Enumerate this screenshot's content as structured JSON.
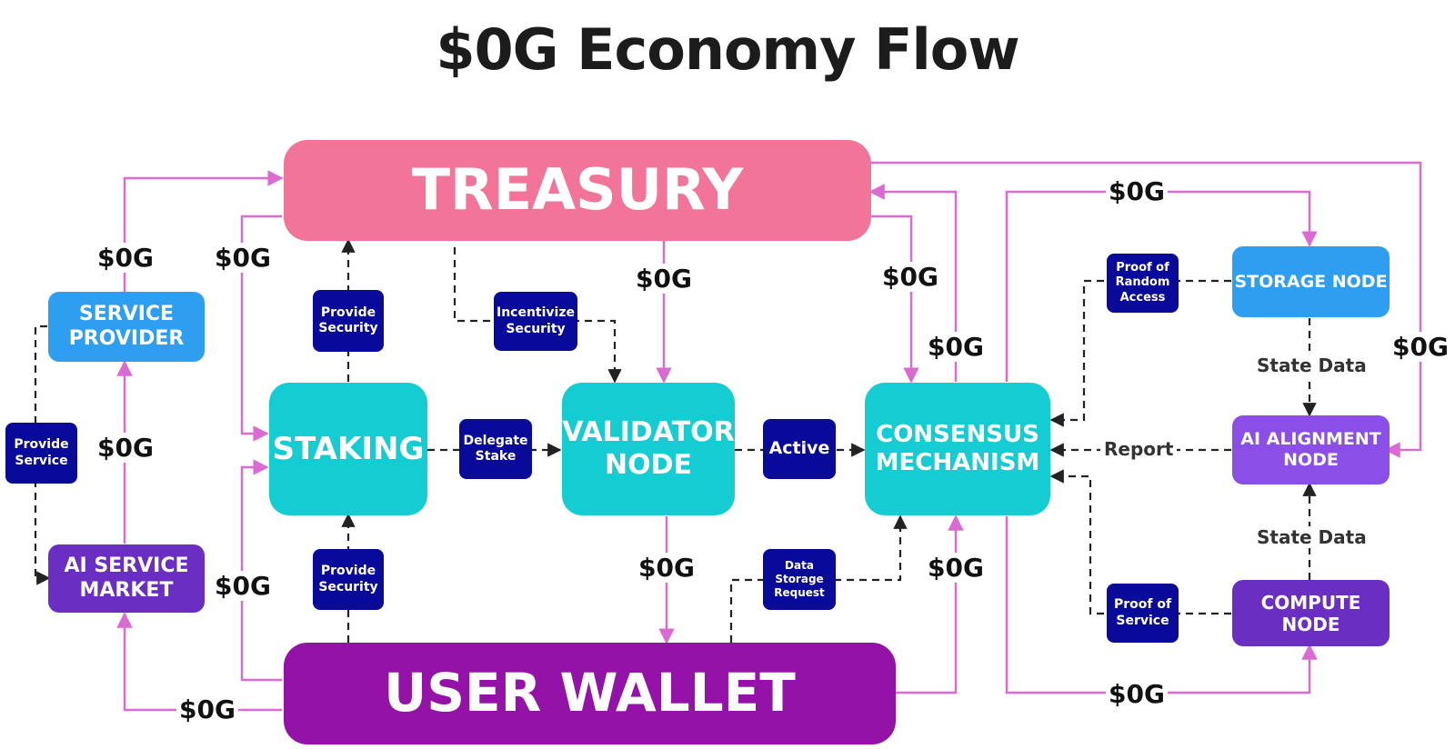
{
  "title": "$0G Economy Flow",
  "colors": {
    "treasury": "#f27499",
    "teal": "#14cdd3",
    "user_wallet": "#9412a8",
    "blue_node": "#2e9ef0",
    "purple_node": "#6a2fc2",
    "violet_node": "#8b4ee6",
    "tag": "#0a0a9a",
    "flow_line": "#db6ad2",
    "dashed_line": "#222222"
  },
  "nodes": {
    "treasury": "TREASURY",
    "user_wallet": "USER WALLET",
    "staking": "STAKING",
    "validator_node": "VALIDATOR NODE",
    "consensus_mechanism": "CONSENSUS MECHANISM",
    "service_provider": "SERVICE PROVIDER",
    "ai_service_market": "AI SERVICE MARKET",
    "storage_node": "STORAGE NODE",
    "ai_alignment_node": "AI ALIGNMENT NODE",
    "compute_node": "COMPUTE NODE"
  },
  "tags": {
    "provide_security_top": "Provide Security",
    "provide_security_bottom": "Provide Security",
    "incentivize_security": "Incentivize Security",
    "delegate_stake": "Delegate Stake",
    "active": "Active",
    "data_storage_request": "Data Storage Request",
    "provide_service": "Provide Service",
    "proof_of_random_access": "Proof of Random Access",
    "proof_of_service": "Proof of Service"
  },
  "edge_labels": {
    "currency": "$0G",
    "state_data_top": "State Data",
    "state_data_bottom": "State Data",
    "report": "Report"
  }
}
